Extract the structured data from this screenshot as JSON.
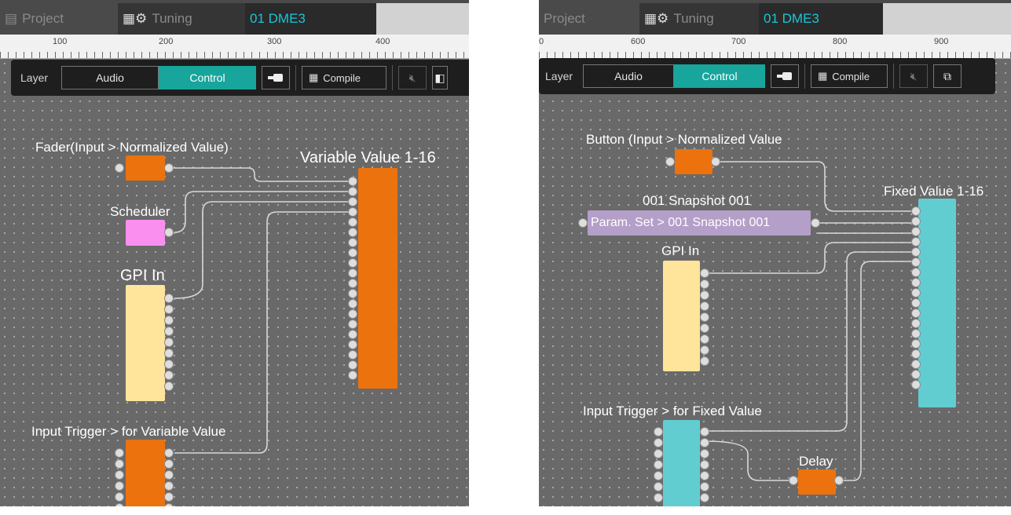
{
  "left": {
    "tabs": {
      "project": "Project",
      "tuning": "Tuning",
      "device": "01 DME3"
    },
    "ruler": [
      "100",
      "200",
      "300",
      "400"
    ],
    "toolbar": {
      "layer": "Layer",
      "audio": "Audio",
      "control": "Control",
      "compile": "Compile"
    },
    "components": {
      "fader": "Fader(Input > Normalized Value)",
      "scheduler": "Scheduler",
      "gpi_in": "GPI In",
      "variable_value": "Variable Value 1-16",
      "input_trigger": "Input Trigger > for Variable Value"
    },
    "colors": {
      "orange": "#ec720e",
      "pink": "#fb8ff0",
      "yellow": "#ffe49b"
    }
  },
  "right": {
    "tabs": {
      "project": "Project",
      "tuning": "Tuning",
      "device": "01 DME3"
    },
    "ruler": [
      "0",
      "600",
      "700",
      "800",
      "900"
    ],
    "toolbar": {
      "layer": "Layer",
      "audio": "Audio",
      "control": "Control",
      "compile": "Compile"
    },
    "components": {
      "button": "Button (Input > Normalized Value",
      "snapshot_title": "001 Snapshot 001",
      "param_set": "Param. Set > 001 Snapshot 001",
      "gpi_in": "GPI In",
      "fixed_value": "Fixed Value 1-16",
      "input_trigger": "Input Trigger > for Fixed Value",
      "delay": "Delay"
    },
    "colors": {
      "teal": "#62cdd0",
      "orange": "#ec720e",
      "purple": "#b49fc9",
      "yellow": "#ffe49b"
    }
  },
  "icons": [
    "project-icon",
    "tuning-icon",
    "plug-icon",
    "compile-icon",
    "mute-icon",
    "device-icon"
  ]
}
